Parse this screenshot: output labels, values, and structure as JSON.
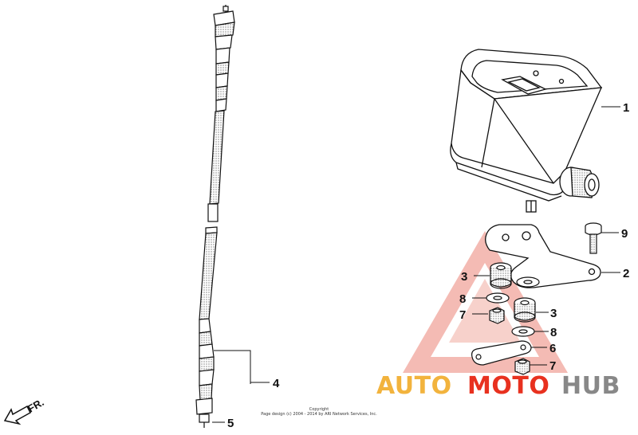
{
  "callouts": {
    "c1": "1",
    "c2": "2",
    "c3a": "3",
    "c3b": "3",
    "c4": "4",
    "c5": "5",
    "c6": "6",
    "c7a": "7",
    "c7b": "7",
    "c8a": "8",
    "c8b": "8",
    "c9": "9"
  },
  "direction_label": "FR.",
  "copyright": {
    "line1": "Copyright",
    "line2": "Page design (c) 2004 - 2014 by ARI Network Services, Inc."
  },
  "watermark": {
    "part1": "AUTO",
    "part2": "MOTO",
    "part3": "HUB",
    "colors": {
      "part1": "#f2b33d",
      "part2": "#e8311f",
      "part3": "#888888"
    }
  }
}
